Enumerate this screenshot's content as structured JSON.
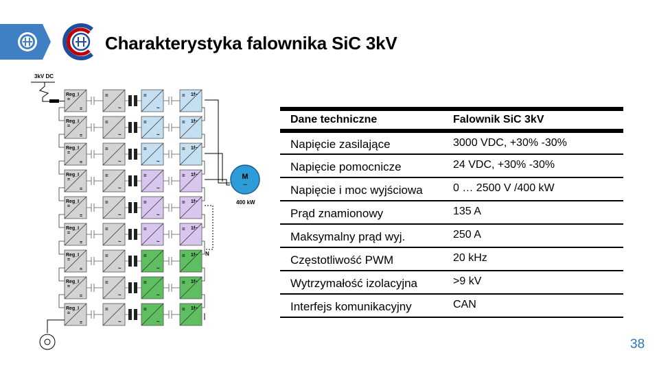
{
  "header": {
    "title": "Charakterystyka falownika SiC 3kV"
  },
  "diagram": {
    "dc_label": "3kV DC",
    "motor_label": "M",
    "motor_tilde": "~",
    "motor_power": "400 kW",
    "neutral_label": "N",
    "module_labels": {
      "regulator_top": "Reg_I",
      "regulator_mid": "=",
      "regulator_bottom": "=",
      "dc": "=",
      "ac": "~",
      "inverter_out": "1f~"
    },
    "phase_colors": [
      "#C5DFF2",
      "#C5DFF2",
      "#C5DFF2",
      "#D9C6EE",
      "#D9C6EE",
      "#D9C6EE",
      "#5FBE5F",
      "#5FBE5F",
      "#5FBE5F"
    ],
    "gray_color": "#D3D3D3"
  },
  "table": {
    "headers": [
      "Dane techniczne",
      "Falownik SiC 3kV"
    ],
    "rows": [
      [
        "Napięcie zasilające",
        "3000 VDC, +30%  -30%"
      ],
      [
        "Napięcie pomocnicze",
        "24 VDC, +30%  -30%"
      ],
      [
        "Napięcie i moc wyjściowa",
        "0 … 2500 V /400 kW"
      ],
      [
        "Prąd znamionowy",
        "135 A"
      ],
      [
        "Maksymalny prąd wyj.",
        "250 A"
      ],
      [
        "Częstotliwość PWM",
        "20 kHz"
      ],
      [
        "Wytrzymałość izolacyjna",
        ">9 kV"
      ],
      [
        "Interfejs komunikacyjny",
        "CAN"
      ]
    ]
  },
  "footer": {
    "page_number": "38"
  }
}
